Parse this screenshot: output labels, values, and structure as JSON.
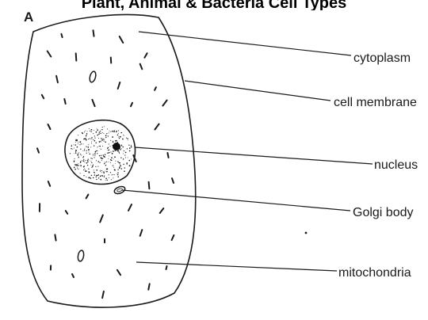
{
  "caption": "Plant, Animal & Bacteria Cell Types",
  "panel_letter": "A",
  "labels": {
    "cytoplasm": "cytoplasm",
    "cell_membrane": "cell membrane",
    "nucleus": "nucleus",
    "golgi_body": "Golgi body",
    "mitochondria": "mitochondria"
  },
  "colors": {
    "line": "#1a1a1a",
    "background": "#ffffff"
  }
}
